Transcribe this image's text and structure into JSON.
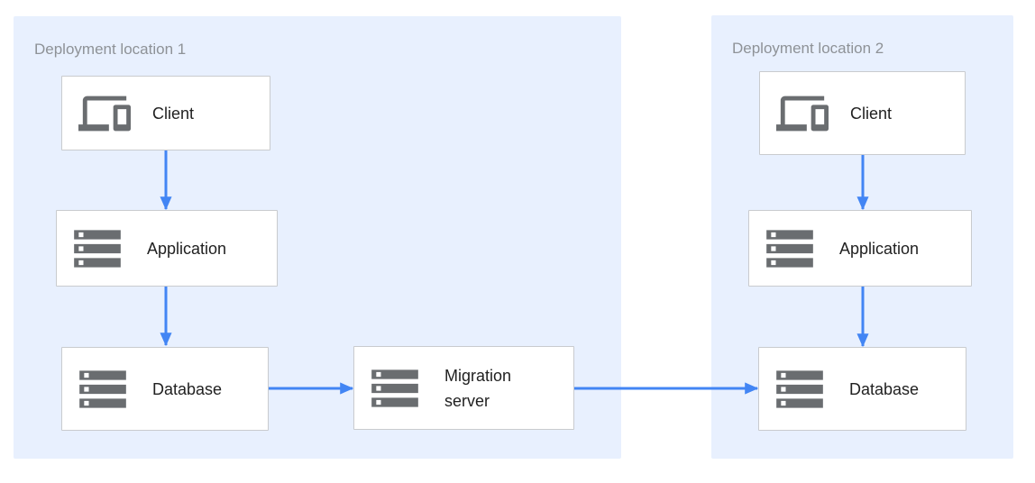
{
  "diagram": {
    "locations": [
      {
        "title": "Deployment location 1",
        "nodes": [
          {
            "id": "client-1",
            "label": "Client",
            "icon": "devices-icon"
          },
          {
            "id": "application-1",
            "label": "Application",
            "icon": "server-icon"
          },
          {
            "id": "database-1",
            "label": "Database",
            "icon": "server-icon"
          }
        ]
      },
      {
        "title": "Deployment location 2",
        "nodes": [
          {
            "id": "client-2",
            "label": "Client",
            "icon": "devices-icon"
          },
          {
            "id": "application-2",
            "label": "Application",
            "icon": "server-icon"
          },
          {
            "id": "database-2",
            "label": "Database",
            "icon": "server-icon"
          }
        ]
      }
    ],
    "standalone_nodes": [
      {
        "id": "migration-server",
        "label": "Migration server",
        "icon": "server-icon"
      }
    ],
    "edges": [
      {
        "from": "client-1",
        "to": "application-1"
      },
      {
        "from": "application-1",
        "to": "database-1"
      },
      {
        "from": "database-1",
        "to": "migration-server"
      },
      {
        "from": "migration-server",
        "to": "database-2"
      },
      {
        "from": "client-2",
        "to": "application-2"
      },
      {
        "from": "application-2",
        "to": "database-2"
      }
    ],
    "colors": {
      "location_bg": "#E8F0FE",
      "location_title": "#8E9297",
      "node_border": "#C9CBCE",
      "node_bg": "#FFFFFF",
      "node_label": "#212121",
      "icon_gray": "#6A6D70",
      "arrow_blue": "#4285F4"
    }
  }
}
